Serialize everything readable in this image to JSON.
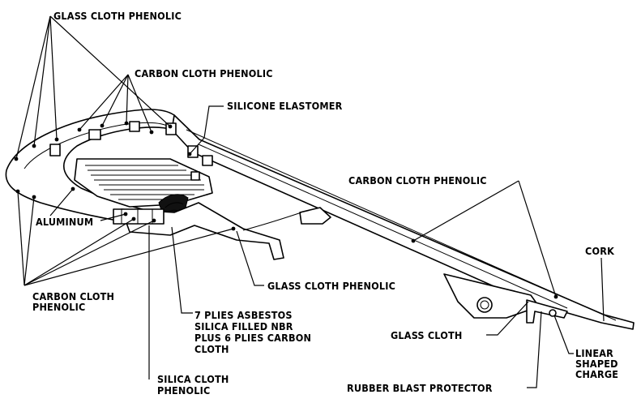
{
  "labels": {
    "glass_cloth_phenolic_top": "GLASS CLOTH PHENOLIC",
    "carbon_cloth_phenolic_top": "CARBON CLOTH PHENOLIC",
    "silicone_elastomer": "SILICONE ELASTOMER",
    "carbon_cloth_phenolic_right": "CARBON CLOTH PHENOLIC",
    "cork": "CORK",
    "aluminum": "ALUMINUM",
    "carbon_cloth_phenolic_left_1": "CARBON CLOTH",
    "carbon_cloth_phenolic_left_2": "PHENOLIC",
    "glass_cloth_phenolic_mid": "GLASS CLOTH PHENOLIC",
    "asbestos_1": "7 PLIES ASBESTOS",
    "asbestos_2": "SILICA FILLED NBR",
    "asbestos_3": "PLUS 6 PLIES CARBON",
    "asbestos_4": "CLOTH",
    "silica_cloth_1": "SILICA CLOTH",
    "silica_cloth_2": "PHENOLIC",
    "glass_cloth": "GLASS CLOTH",
    "linear_shaped_charge_1": "LINEAR",
    "linear_shaped_charge_2": "SHAPED",
    "linear_shaped_charge_3": "CHARGE",
    "rubber_blast_protector": "RUBBER BLAST PROTECTOR"
  }
}
